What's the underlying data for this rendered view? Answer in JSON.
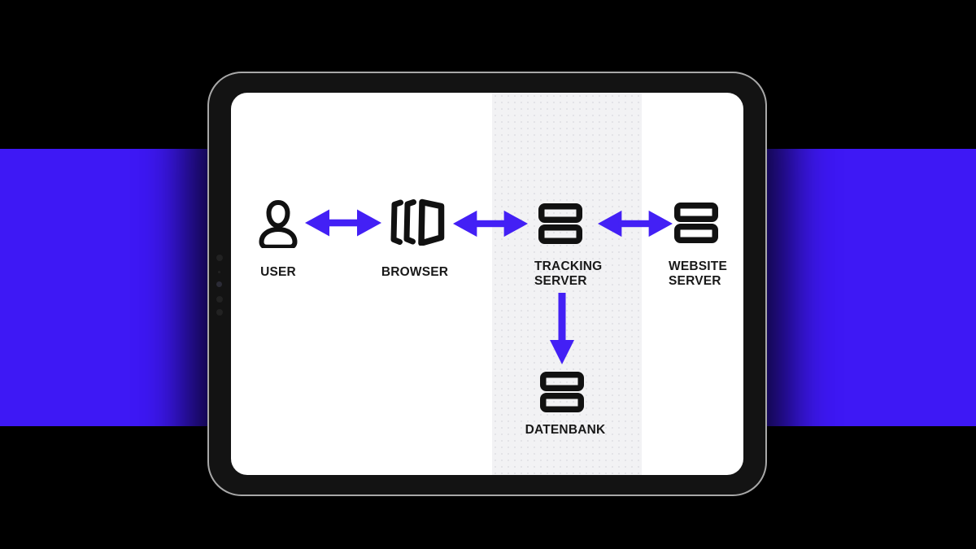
{
  "colors": {
    "background": "#000000",
    "band": "#3E18F5",
    "arrow": "#4320F5",
    "frame": "#131313",
    "frame_edge": "#A8A8A8",
    "screen": "#FFFFFF",
    "column_band": "#F2F2F4",
    "column_dot": "#E2E2E6",
    "label": "#191919",
    "icon_stroke": "#111111"
  },
  "diagram": {
    "nodes": {
      "user": {
        "label": "USER",
        "icon": "user-icon"
      },
      "browser": {
        "label": "BROWSER",
        "icon": "browser-icon"
      },
      "tracking_server": {
        "label_line1": "TRACKING",
        "label_line2": "SERVER",
        "icon": "server-icon"
      },
      "website_server": {
        "label_line1": "WEBSITE",
        "label_line2": "SERVER",
        "icon": "server-icon"
      },
      "datenbank": {
        "label": "DATENBANK",
        "icon": "database-icon"
      }
    },
    "connections": [
      {
        "from": "USER",
        "to": "BROWSER",
        "direction": "bidirectional"
      },
      {
        "from": "BROWSER",
        "to": "TRACKING SERVER",
        "direction": "bidirectional"
      },
      {
        "from": "TRACKING SERVER",
        "to": "WEBSITE SERVER",
        "direction": "bidirectional"
      },
      {
        "from": "TRACKING SERVER",
        "to": "DATENBANK",
        "direction": "down"
      }
    ]
  }
}
